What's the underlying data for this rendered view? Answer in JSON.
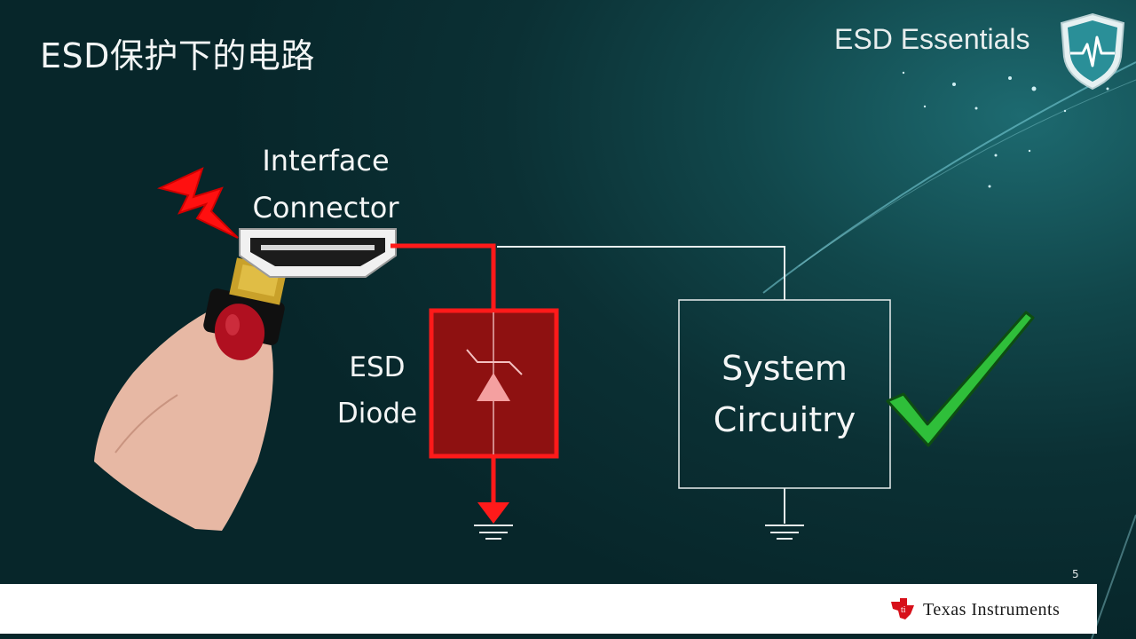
{
  "header": {
    "title": "ESD保护下的电路",
    "brand": "ESD Essentials"
  },
  "diagram": {
    "connector_label_line1": "Interface",
    "connector_label_line2": "Connector",
    "diode_label_line1": "ESD",
    "diode_label_line2": "Diode",
    "system_label_line1": "System",
    "system_label_line2": "Circuitry"
  },
  "footer": {
    "page_number": "5",
    "company_first": "Texas",
    "company_second": "Instruments"
  },
  "colors": {
    "background": "#0b3034",
    "esd_path": "#ff1a1a",
    "diode_fill": "#8e1111",
    "check": "#2fbf3a",
    "wire": "#e8eeee"
  }
}
